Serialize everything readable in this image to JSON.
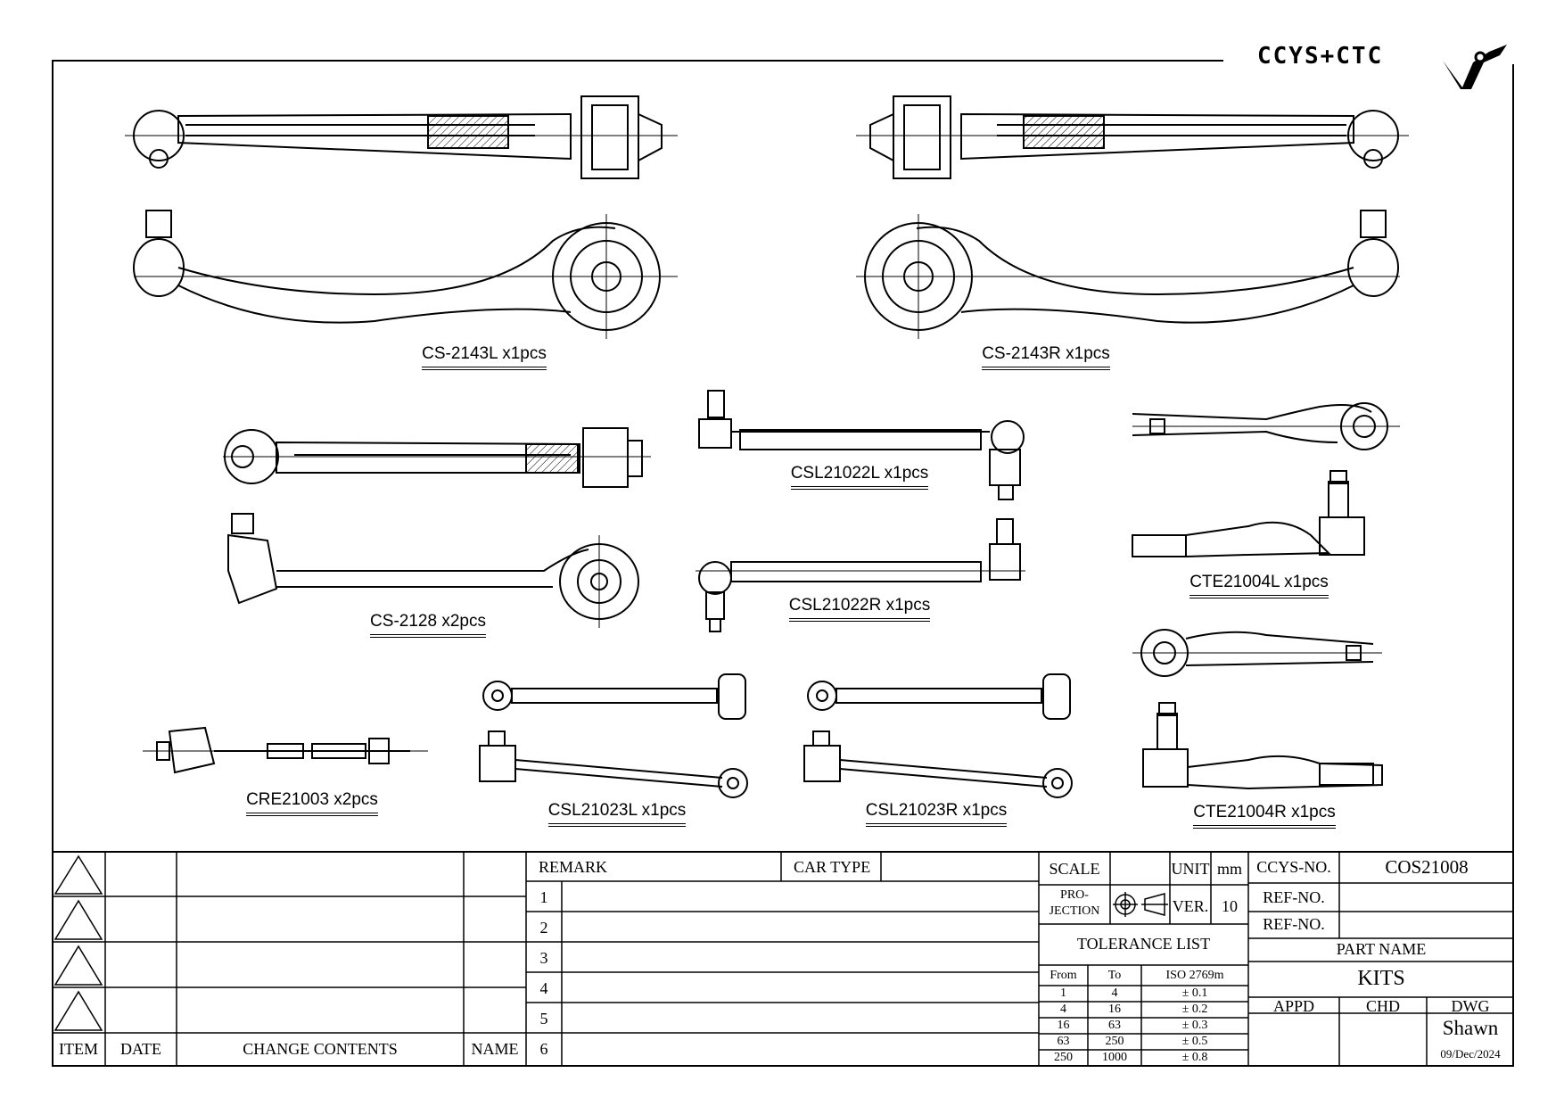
{
  "brand": {
    "logo_text": "CCYS+CTC"
  },
  "parts": [
    {
      "label": "CS-2143L x1pcs"
    },
    {
      "label": "CS-2143R x1pcs"
    },
    {
      "label": "CSL21022L x1pcs"
    },
    {
      "label": "CS-2128 x2pcs"
    },
    {
      "label": "CSL21022R x1pcs"
    },
    {
      "label": "CTE21004L x1pcs"
    },
    {
      "label": "CRE21003 x2pcs"
    },
    {
      "label": "CSL21023L x1pcs"
    },
    {
      "label": "CSL21023R x1pcs"
    },
    {
      "label": "CTE21004R x1pcs"
    }
  ],
  "revision_table": {
    "headers": {
      "item": "ITEM",
      "date": "DATE",
      "change_contents": "CHANGE CONTENTS",
      "name": "NAME"
    }
  },
  "remarks": {
    "remark_label": "REMARK",
    "car_type_label": "CAR TYPE",
    "rows": [
      "1",
      "2",
      "3",
      "4",
      "5",
      "6"
    ]
  },
  "specs": {
    "scale_label": "SCALE",
    "unit_label": "UNIT",
    "unit_value": "mm",
    "projection_label_1": "PRO-",
    "projection_label_2": "JECTION",
    "ver_label": "VER.",
    "ver_value": "10",
    "tolerance_title": "TOLERANCE LIST",
    "tolerance_headers": {
      "from": "From",
      "to": "To",
      "iso": "ISO 2769m"
    },
    "tolerance_rows": [
      {
        "from": "1",
        "to": "4",
        "tol": "± 0.1"
      },
      {
        "from": "4",
        "to": "16",
        "tol": "± 0.2"
      },
      {
        "from": "16",
        "to": "63",
        "tol": "± 0.3"
      },
      {
        "from": "63",
        "to": "250",
        "tol": "± 0.5"
      },
      {
        "from": "250",
        "to": "1000",
        "tol": "± 0.8"
      }
    ]
  },
  "title_block": {
    "ccys_no_label": "CCYS-NO.",
    "ccys_no_value": "COS21008",
    "ref_no_label_1": "REF-NO.",
    "ref_no_label_2": "REF-NO.",
    "part_name_label": "PART NAME",
    "part_name_value": "KITS",
    "appd_label": "APPD",
    "chd_label": "CHD",
    "dwg_label": "DWG",
    "dwg_name": "Shawn",
    "dwg_date": "09/Dec/2024"
  }
}
